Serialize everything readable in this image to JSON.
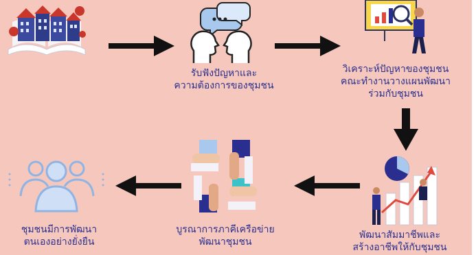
{
  "colors": {
    "background": "#f6c8bd",
    "text": "#2a2f8f",
    "arrow": "#111111"
  },
  "steps": [
    {
      "icon": "community-book-icon",
      "lines": []
    },
    {
      "icon": "listening-heads-icon",
      "lines": [
        "รับฟังปัญหาและ",
        "ความต้องการของชุมชน"
      ]
    },
    {
      "icon": "analysis-presentation-icon",
      "lines": [
        "วิเคราะห์ปัญหาของชุมชน",
        "คณะทำงานวางแผนพัฒนา",
        "ร่วมกับชุมชน"
      ]
    },
    {
      "icon": "growth-chart-icon",
      "lines": [
        "พัฒนาสัมมาชีพและ",
        "สร้างอาชีพให้กับชุมชน"
      ]
    },
    {
      "icon": "puzzle-hands-icon",
      "lines": [
        "บูรณาการภาคีเครือข่าย",
        "พัฒนาชุมชน"
      ]
    },
    {
      "icon": "people-group-icon",
      "lines": [
        "ชุมชนมีการพัฒนา",
        "ตนเองอย่างยั่งยืน"
      ]
    }
  ]
}
